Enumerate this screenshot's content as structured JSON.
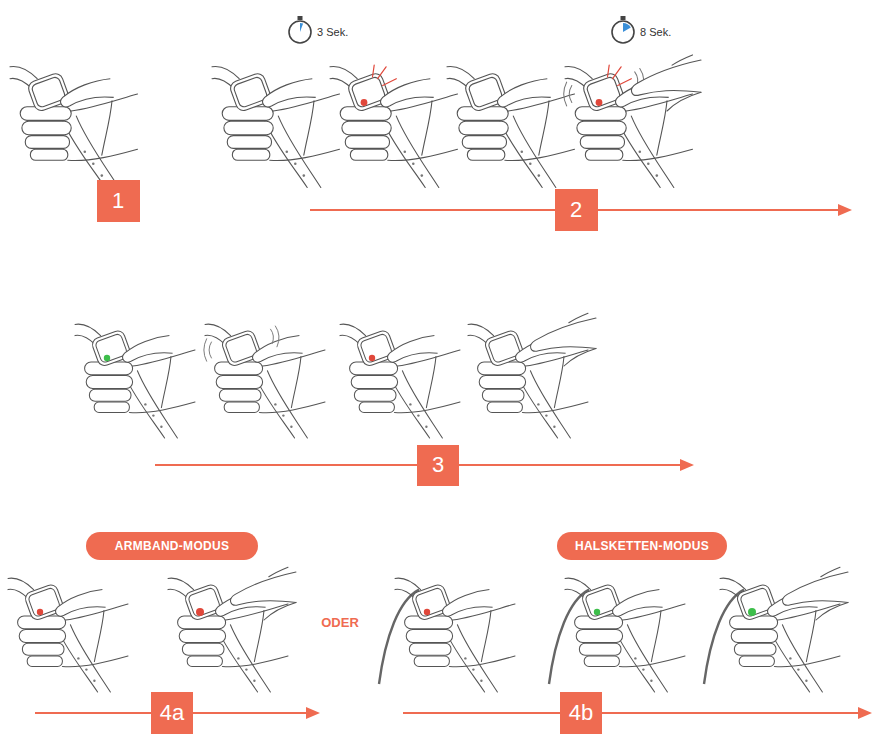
{
  "diagram": {
    "nodes": [
      {
        "text": [
          "1"
        ]
      },
      {
        "text": [
          "2"
        ]
      },
      {
        "text": [
          "3"
        ]
      },
      {
        "text": [
          "ARMBAND-MODUS"
        ]
      },
      {
        "text": [
          "HALSKETTEN-MODUS"
        ]
      },
      {
        "text": [
          "4a"
        ]
      },
      {
        "text": [
          "4b"
        ]
      }
    ],
    "labels": [
      "3 Sek.",
      "8 Sek.",
      "ODER"
    ]
  }
}
